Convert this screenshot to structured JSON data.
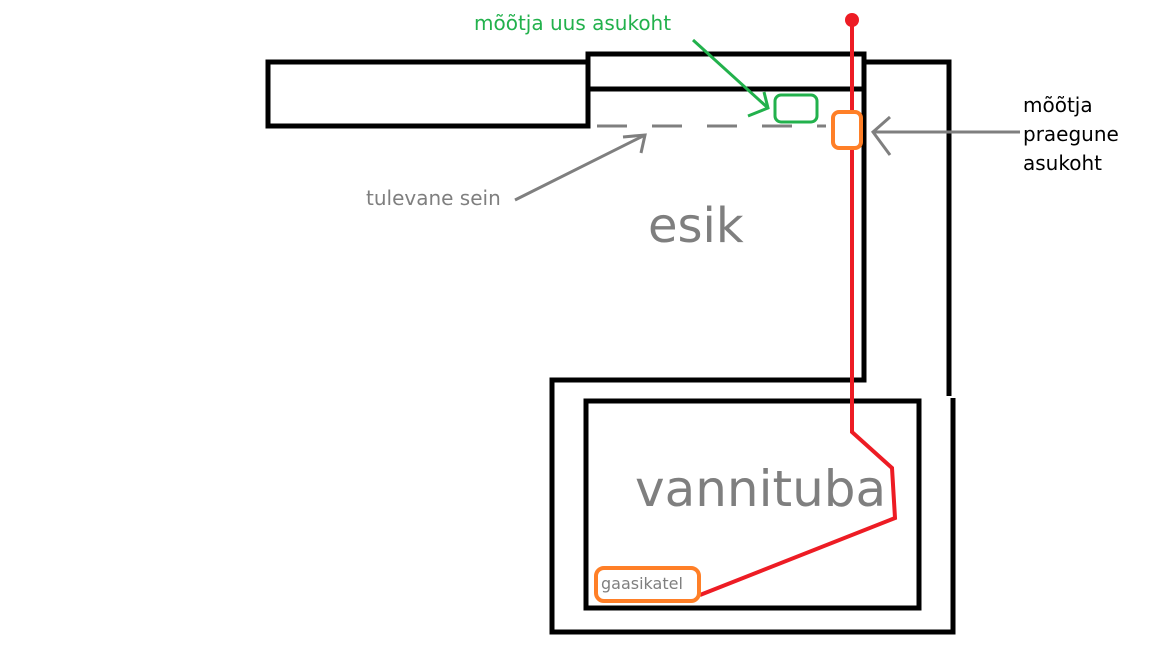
{
  "labels": {
    "new_location": "mõõtja uus asukoht",
    "current_location": [
      "mõõtja",
      "praegune",
      "asukoht"
    ],
    "future_wall": "tulevane sein",
    "hallway": "esik",
    "bathroom": "vannituba",
    "boiler": "gaasikatel"
  },
  "colors": {
    "walls": "#000000",
    "pipe": "#ed1c24",
    "new_meter": "#22b14c",
    "current_meter": "#ff7f27",
    "annotation": "#7f7f7f"
  }
}
